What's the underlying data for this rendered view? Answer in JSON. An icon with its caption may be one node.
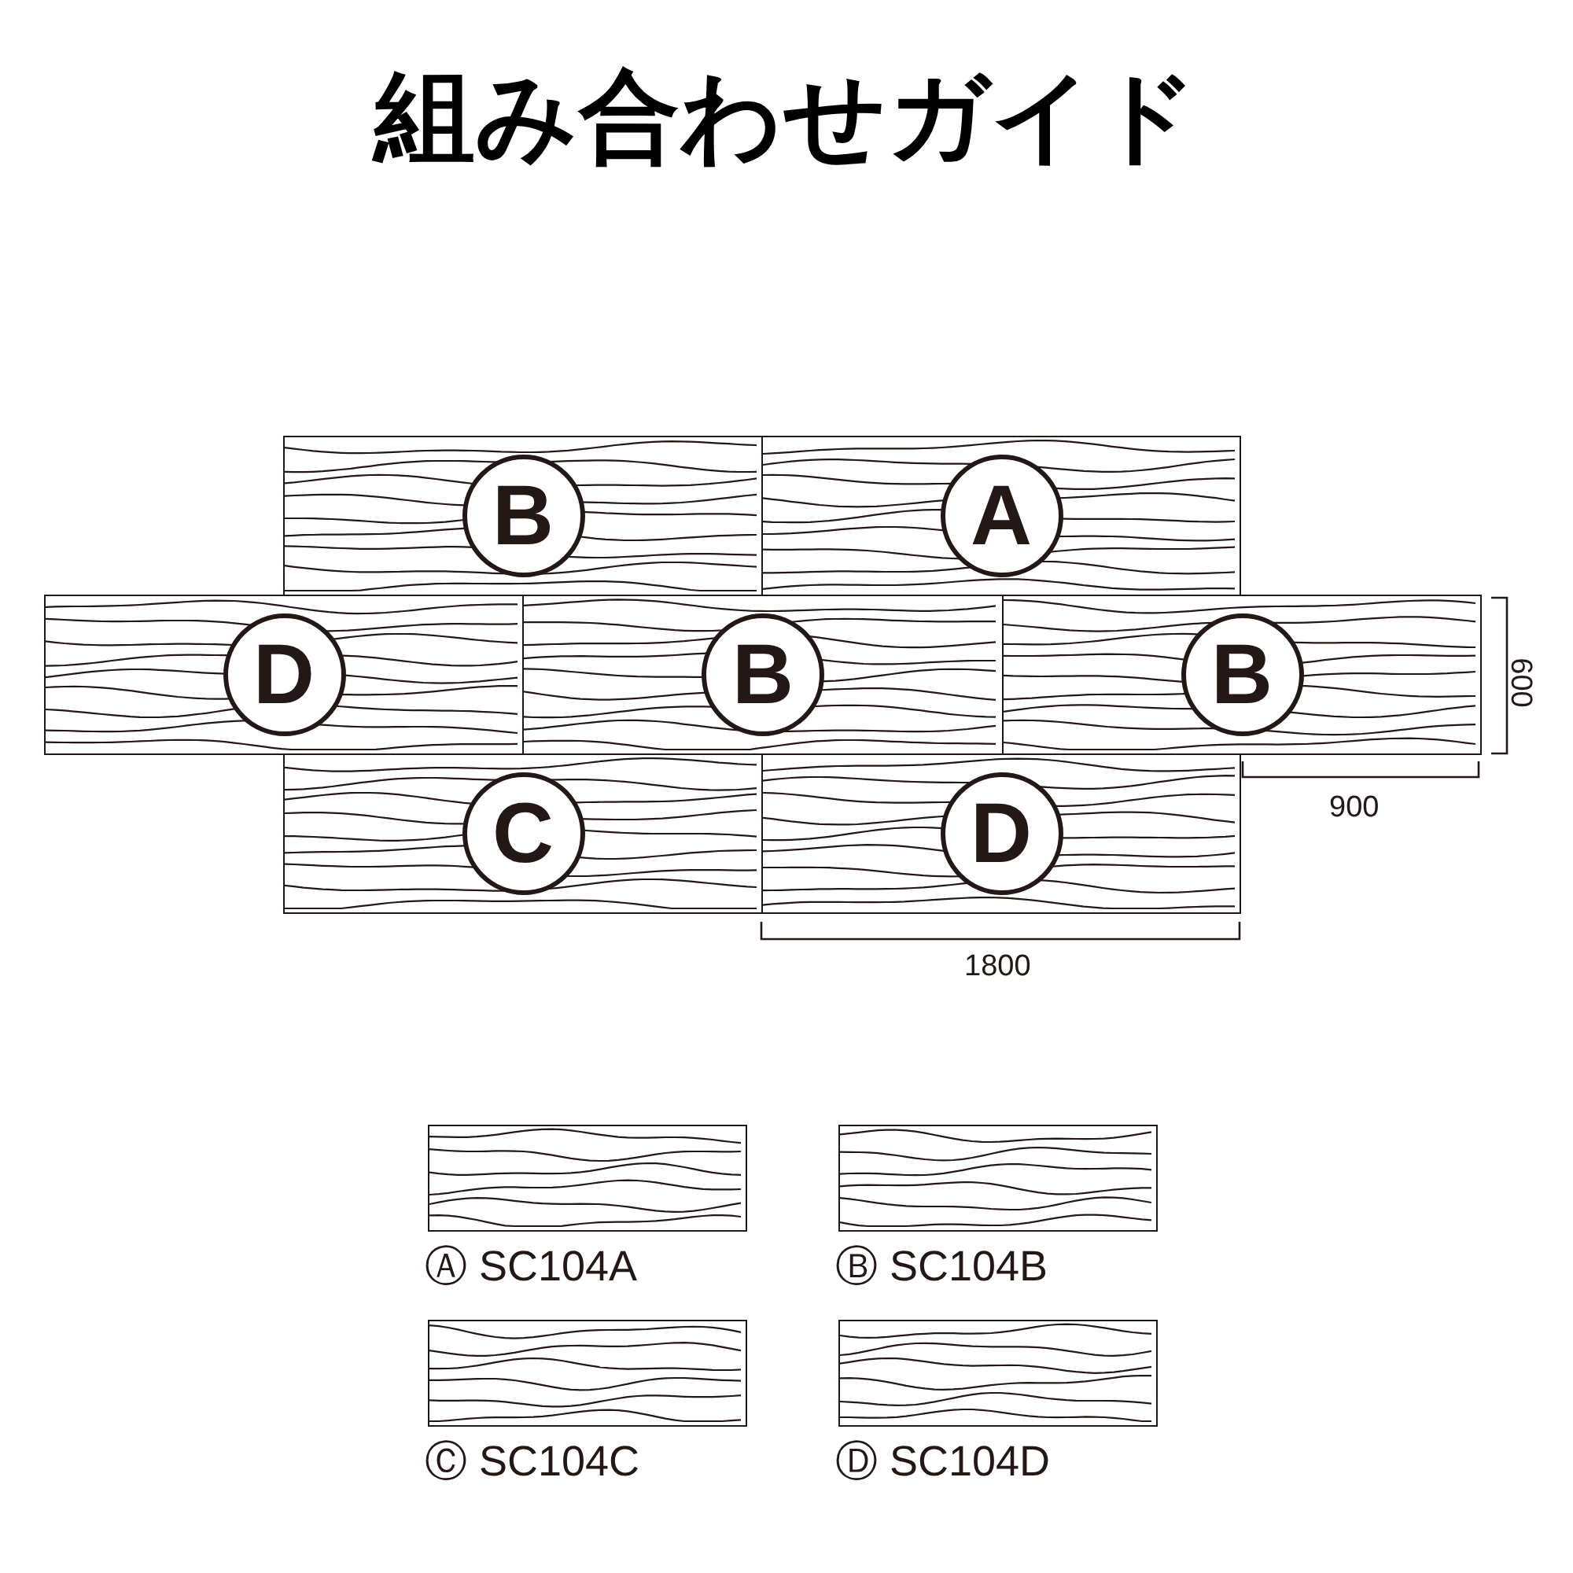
{
  "diagram": {
    "title": "組み合わせガイド",
    "nodes": [
      {
        "text": [
          "B"
        ]
      },
      {
        "text": [
          "A"
        ]
      },
      {
        "text": [
          "D"
        ]
      },
      {
        "text": [
          "B"
        ]
      },
      {
        "text": [
          "B"
        ]
      },
      {
        "text": [
          "C"
        ]
      },
      {
        "text": [
          "D"
        ]
      },
      {
        "text": [],
        "shape": "box",
        "beside": [
          "Ⓐ SC104A"
        ]
      },
      {
        "text": [],
        "shape": "box",
        "beside": [
          "Ⓑ SC104B"
        ]
      },
      {
        "text": [],
        "shape": "box",
        "beside": [
          "Ⓒ SC104C"
        ]
      },
      {
        "text": [],
        "shape": "box",
        "beside": [
          "Ⓓ SC104D"
        ]
      }
    ],
    "edges": [],
    "labels": [
      "600",
      "900",
      "1800"
    ]
  }
}
